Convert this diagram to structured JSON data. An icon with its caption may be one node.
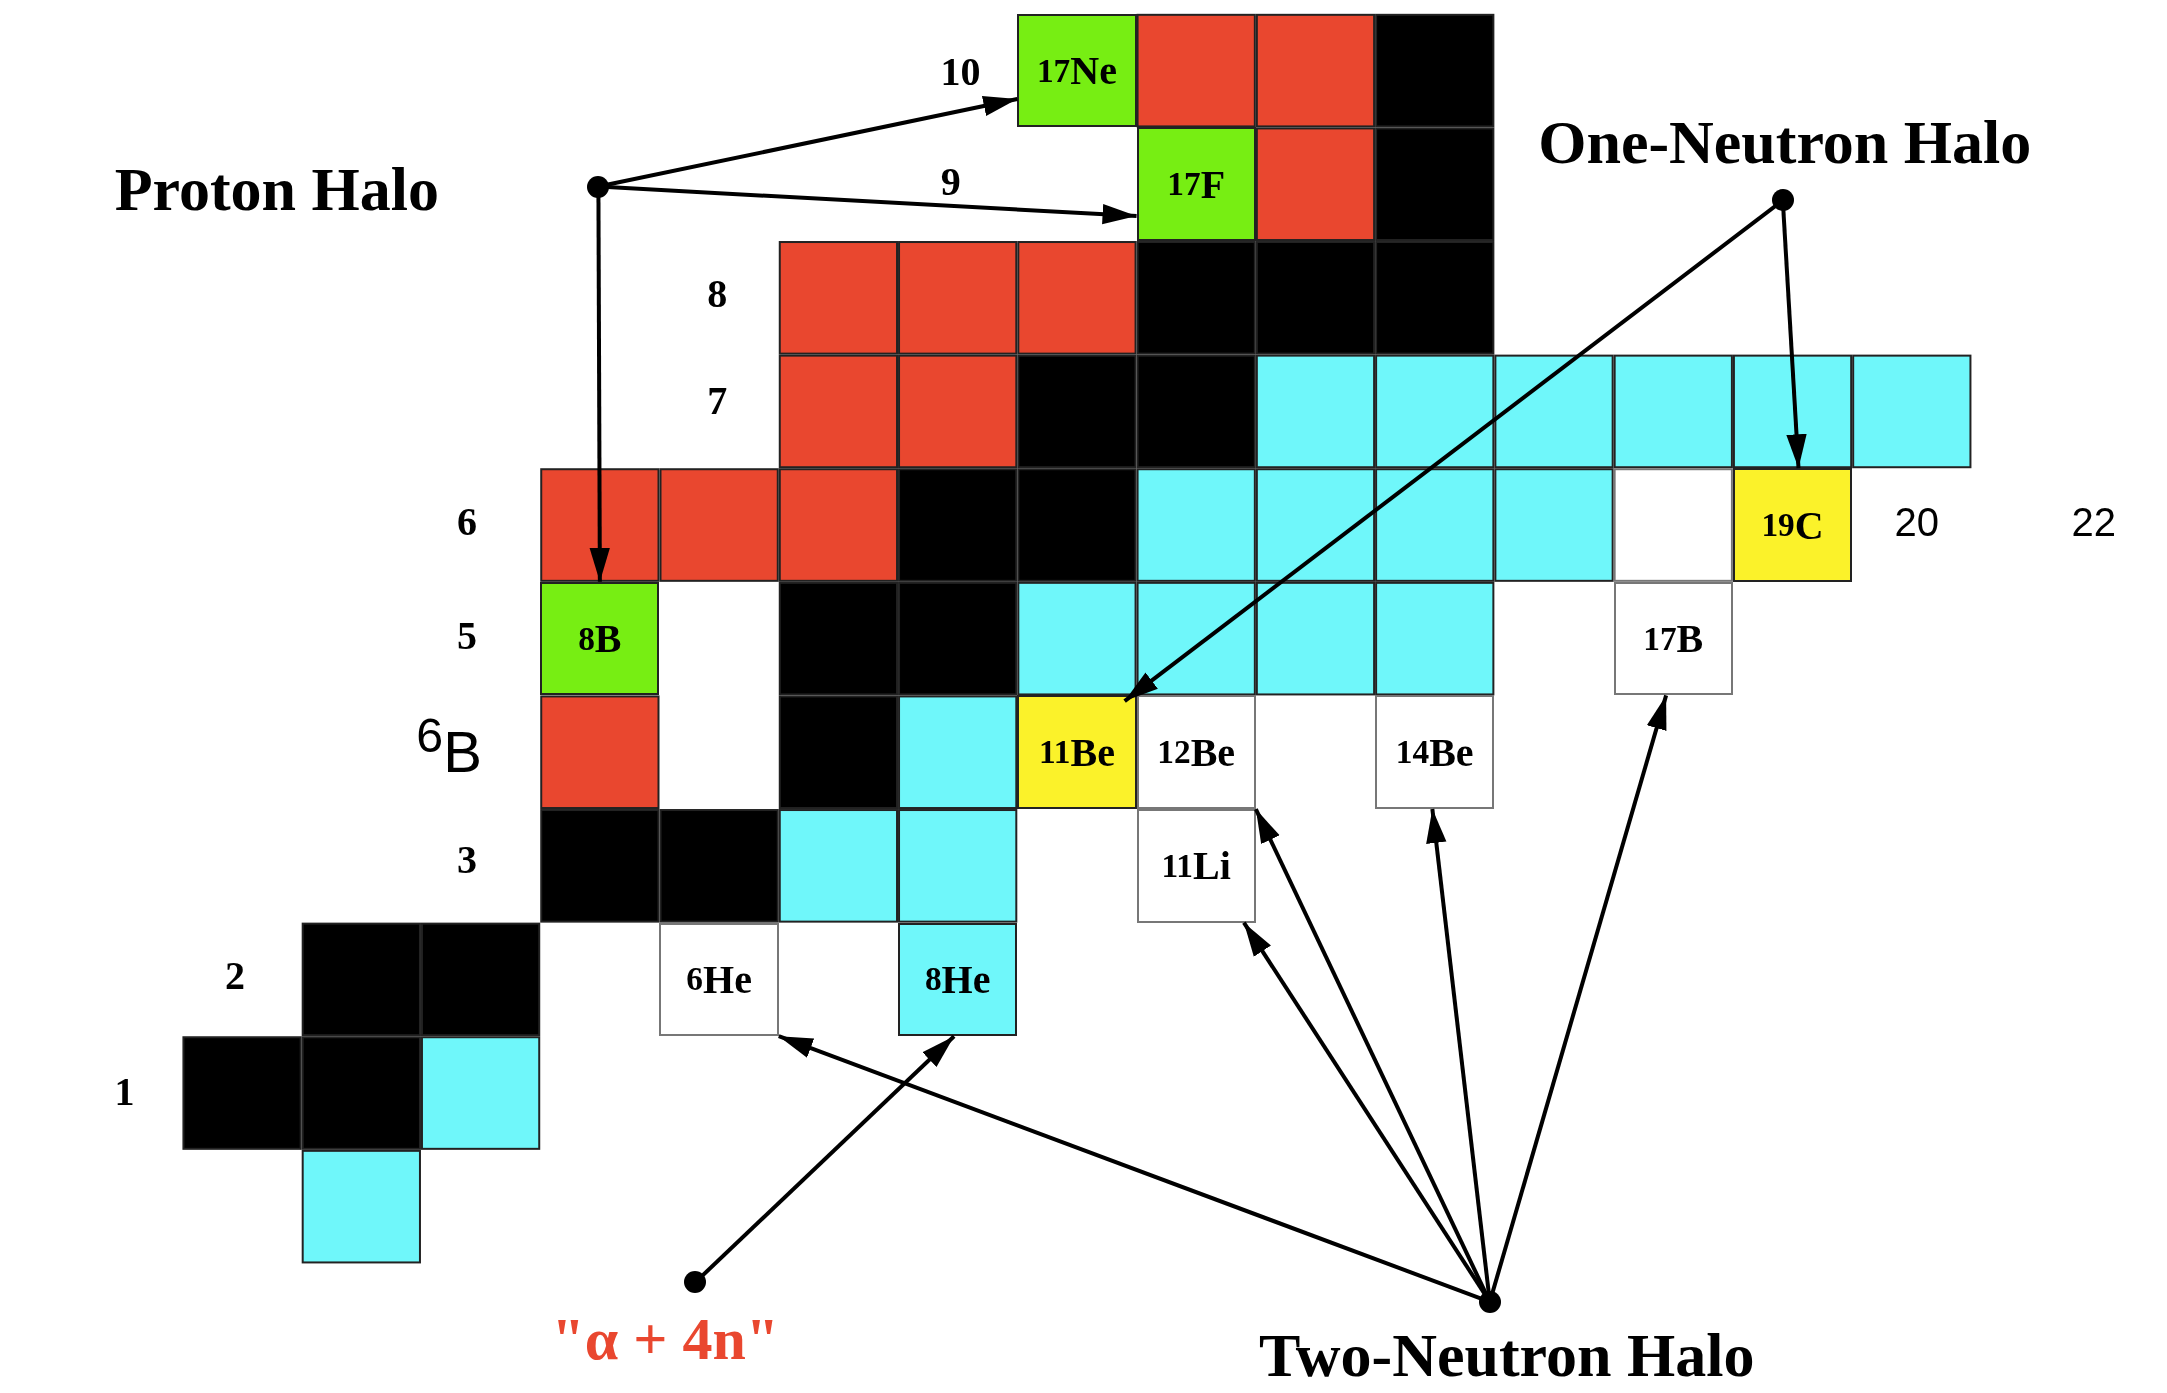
{
  "diagram": {
    "nodes": [
      {
        "text": [
          "$^{17}$Ne"
        ]
      },
      {
        "text": [
          "One-Neutron Halo"
        ]
      },
      {
        "text": [
          "Proton Halo"
        ]
      },
      {
        "text": [
          "$^{17}$F"
        ]
      },
      {
        "text": [
          "$^{19}$C"
        ]
      },
      {
        "text": [
          "$^{8}$B"
        ]
      },
      {
        "text": [
          "$^{17}$B"
        ]
      },
      {
        "text": [
          "$^{11}$Be"
        ]
      },
      {
        "text": [
          "$^{12}$Be"
        ]
      },
      {
        "text": [
          "$^{14}$Be"
        ]
      },
      {
        "text": [
          "$^{11}$Li"
        ]
      },
      {
        "text": [
          "$^{6}$He"
        ]
      },
      {
        "text": [
          "$^{8}$He"
        ]
      },
      {
        "text": [
          "\"α + 4n\""
        ]
      },
      {
        "text": [
          "Two-Neutron Halo"
        ]
      }
    ],
    "edges": [
      {
        "from": 2,
        "to": 0,
        "arrow": "to"
      },
      {
        "from": 2,
        "to": 3,
        "arrow": "to"
      },
      {
        "from": 2,
        "to": 5,
        "arrow": "to"
      },
      {
        "from": 1,
        "to": 7,
        "arrow": "to"
      },
      {
        "from": 1,
        "to": 4,
        "arrow": "to"
      },
      {
        "from": 14,
        "to": 11,
        "arrow": "to"
      },
      {
        "from": 14,
        "to": 10,
        "arrow": "to"
      },
      {
        "from": 14,
        "to": 8,
        "arrow": "to"
      },
      {
        "from": 14,
        "to": 9,
        "arrow": "to"
      },
      {
        "from": 14,
        "to": 6,
        "arrow": "to"
      },
      {
        "from": 13,
        "to": 12,
        "arrow": "to"
      }
    ],
    "labels": [
      "10",
      "9",
      "8",
      "7",
      "6",
      "20",
      "22",
      "5",
      "$^{6}$B",
      "3",
      "2",
      "1"
    ]
  }
}
